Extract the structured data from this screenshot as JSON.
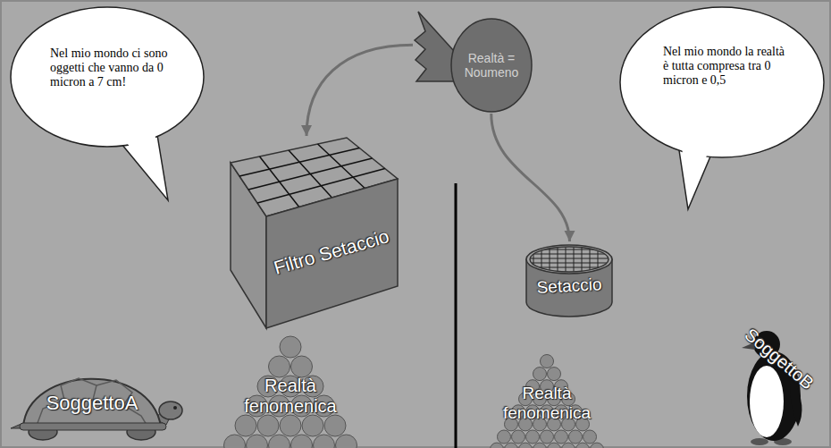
{
  "diagram": {
    "nodes": [
      {
        "text": [
          "Nel mio mondo ci sono oggetti che vanno da 0 micron a 7 cm!"
        ]
      },
      {
        "text": [
          "Realtà = Noumeno"
        ]
      },
      {
        "text": [
          "Nel mio mondo la realtà è tutta compresa tra 0 micron e 0,5"
        ]
      },
      {
        "text": [
          "Filtro Setaccio"
        ]
      },
      {
        "text": [
          "Setaccio"
        ]
      },
      {
        "text": [
          "SoggettoA"
        ]
      },
      {
        "text": [
          "Realtà fenomenica"
        ]
      },
      {
        "text": [
          "Realtà fenomenica"
        ]
      },
      {
        "text": [
          "SoggettoB"
        ]
      }
    ],
    "edges": [
      {
        "from": 1,
        "to": 3,
        "arrow": "to"
      },
      {
        "from": 1,
        "to": 4,
        "arrow": "to"
      }
    ]
  }
}
